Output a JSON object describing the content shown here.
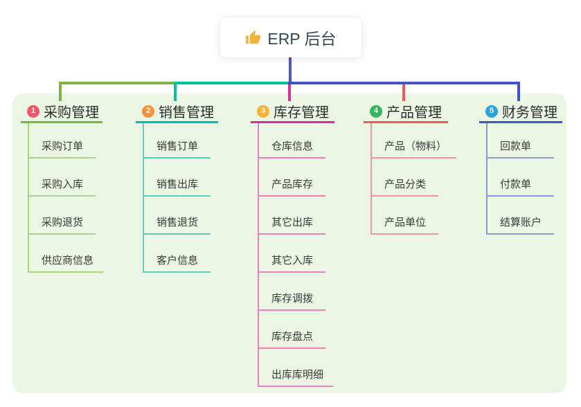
{
  "root": {
    "title": "ERP 后台",
    "icon": "thumbs-up",
    "icon_color": "#F2B33D",
    "line_color": "#4E59C4"
  },
  "colors": {
    "panel_background": "#EAF6E3",
    "card_background": "#FFFFFF",
    "title_text": "#2E2E2E",
    "child_text": "#3A3A3A"
  },
  "branches": [
    {
      "index": "1",
      "title": "采购管理",
      "color": "#7CB342",
      "light": "#A7D287",
      "badge": "#F1566B",
      "children": [
        "采购订单",
        "采购入库",
        "采购退货",
        "供应商信息"
      ]
    },
    {
      "index": "2",
      "title": "销售管理",
      "color": "#00BFA5",
      "light": "#5FCFBD",
      "badge": "#F8913C",
      "children": [
        "销售订单",
        "销售出库",
        "销售退货",
        "客户信息"
      ]
    },
    {
      "index": "3",
      "title": "库存管理",
      "color": "#DA2F8E",
      "light": "#EE7FBC",
      "badge": "#F9B233",
      "children": [
        "仓库信息",
        "产品库存",
        "其它出库",
        "其它入库",
        "库存调拨",
        "库存盘点",
        "出库库明细"
      ]
    },
    {
      "index": "4",
      "title": "产品管理",
      "color": "#F4545C",
      "light": "#F79497",
      "badge": "#33B95B",
      "children": [
        "产品（物料）",
        "产品分类",
        "产品单位"
      ]
    },
    {
      "index": "5",
      "title": "财务管理",
      "color": "#4154C5",
      "light": "#8A99DB",
      "badge": "#2BA4DD",
      "children": [
        "回款单",
        "付款单",
        "结算账户"
      ]
    }
  ]
}
